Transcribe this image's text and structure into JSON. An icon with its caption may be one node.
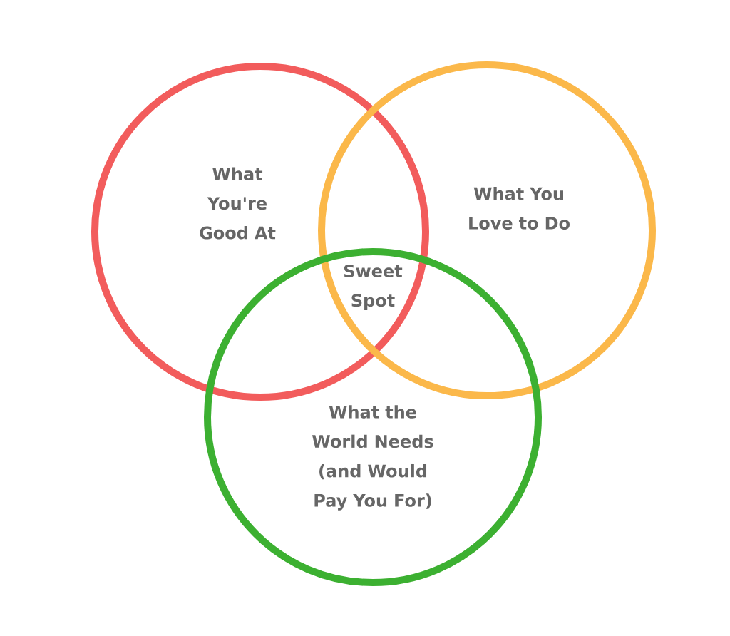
{
  "diagram": {
    "nodes": [
      {
        "text": [
          "What You're Good At"
        ]
      },
      {
        "text": [
          "What You Love to Do"
        ]
      },
      {
        "text": [
          "What the World Needs (and Would Pay You For)"
        ]
      }
    ],
    "labels": [
      "Sweet Spot"
    ]
  }
}
